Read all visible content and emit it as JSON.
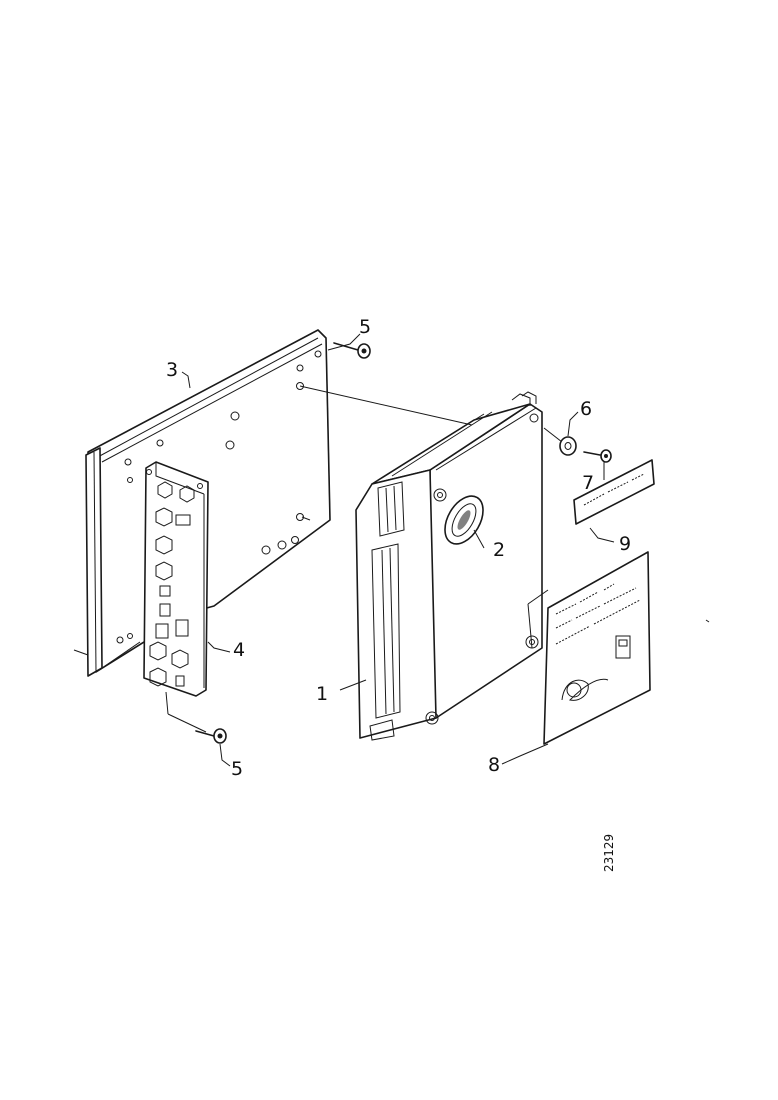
{
  "figure": {
    "callouts": [
      "1",
      "2",
      "3",
      "4",
      "5",
      "5",
      "6",
      "7",
      "8",
      "9"
    ],
    "document_number": "23129"
  },
  "colors": {
    "ink": "#1a1a1a",
    "paper": "#ffffff"
  }
}
